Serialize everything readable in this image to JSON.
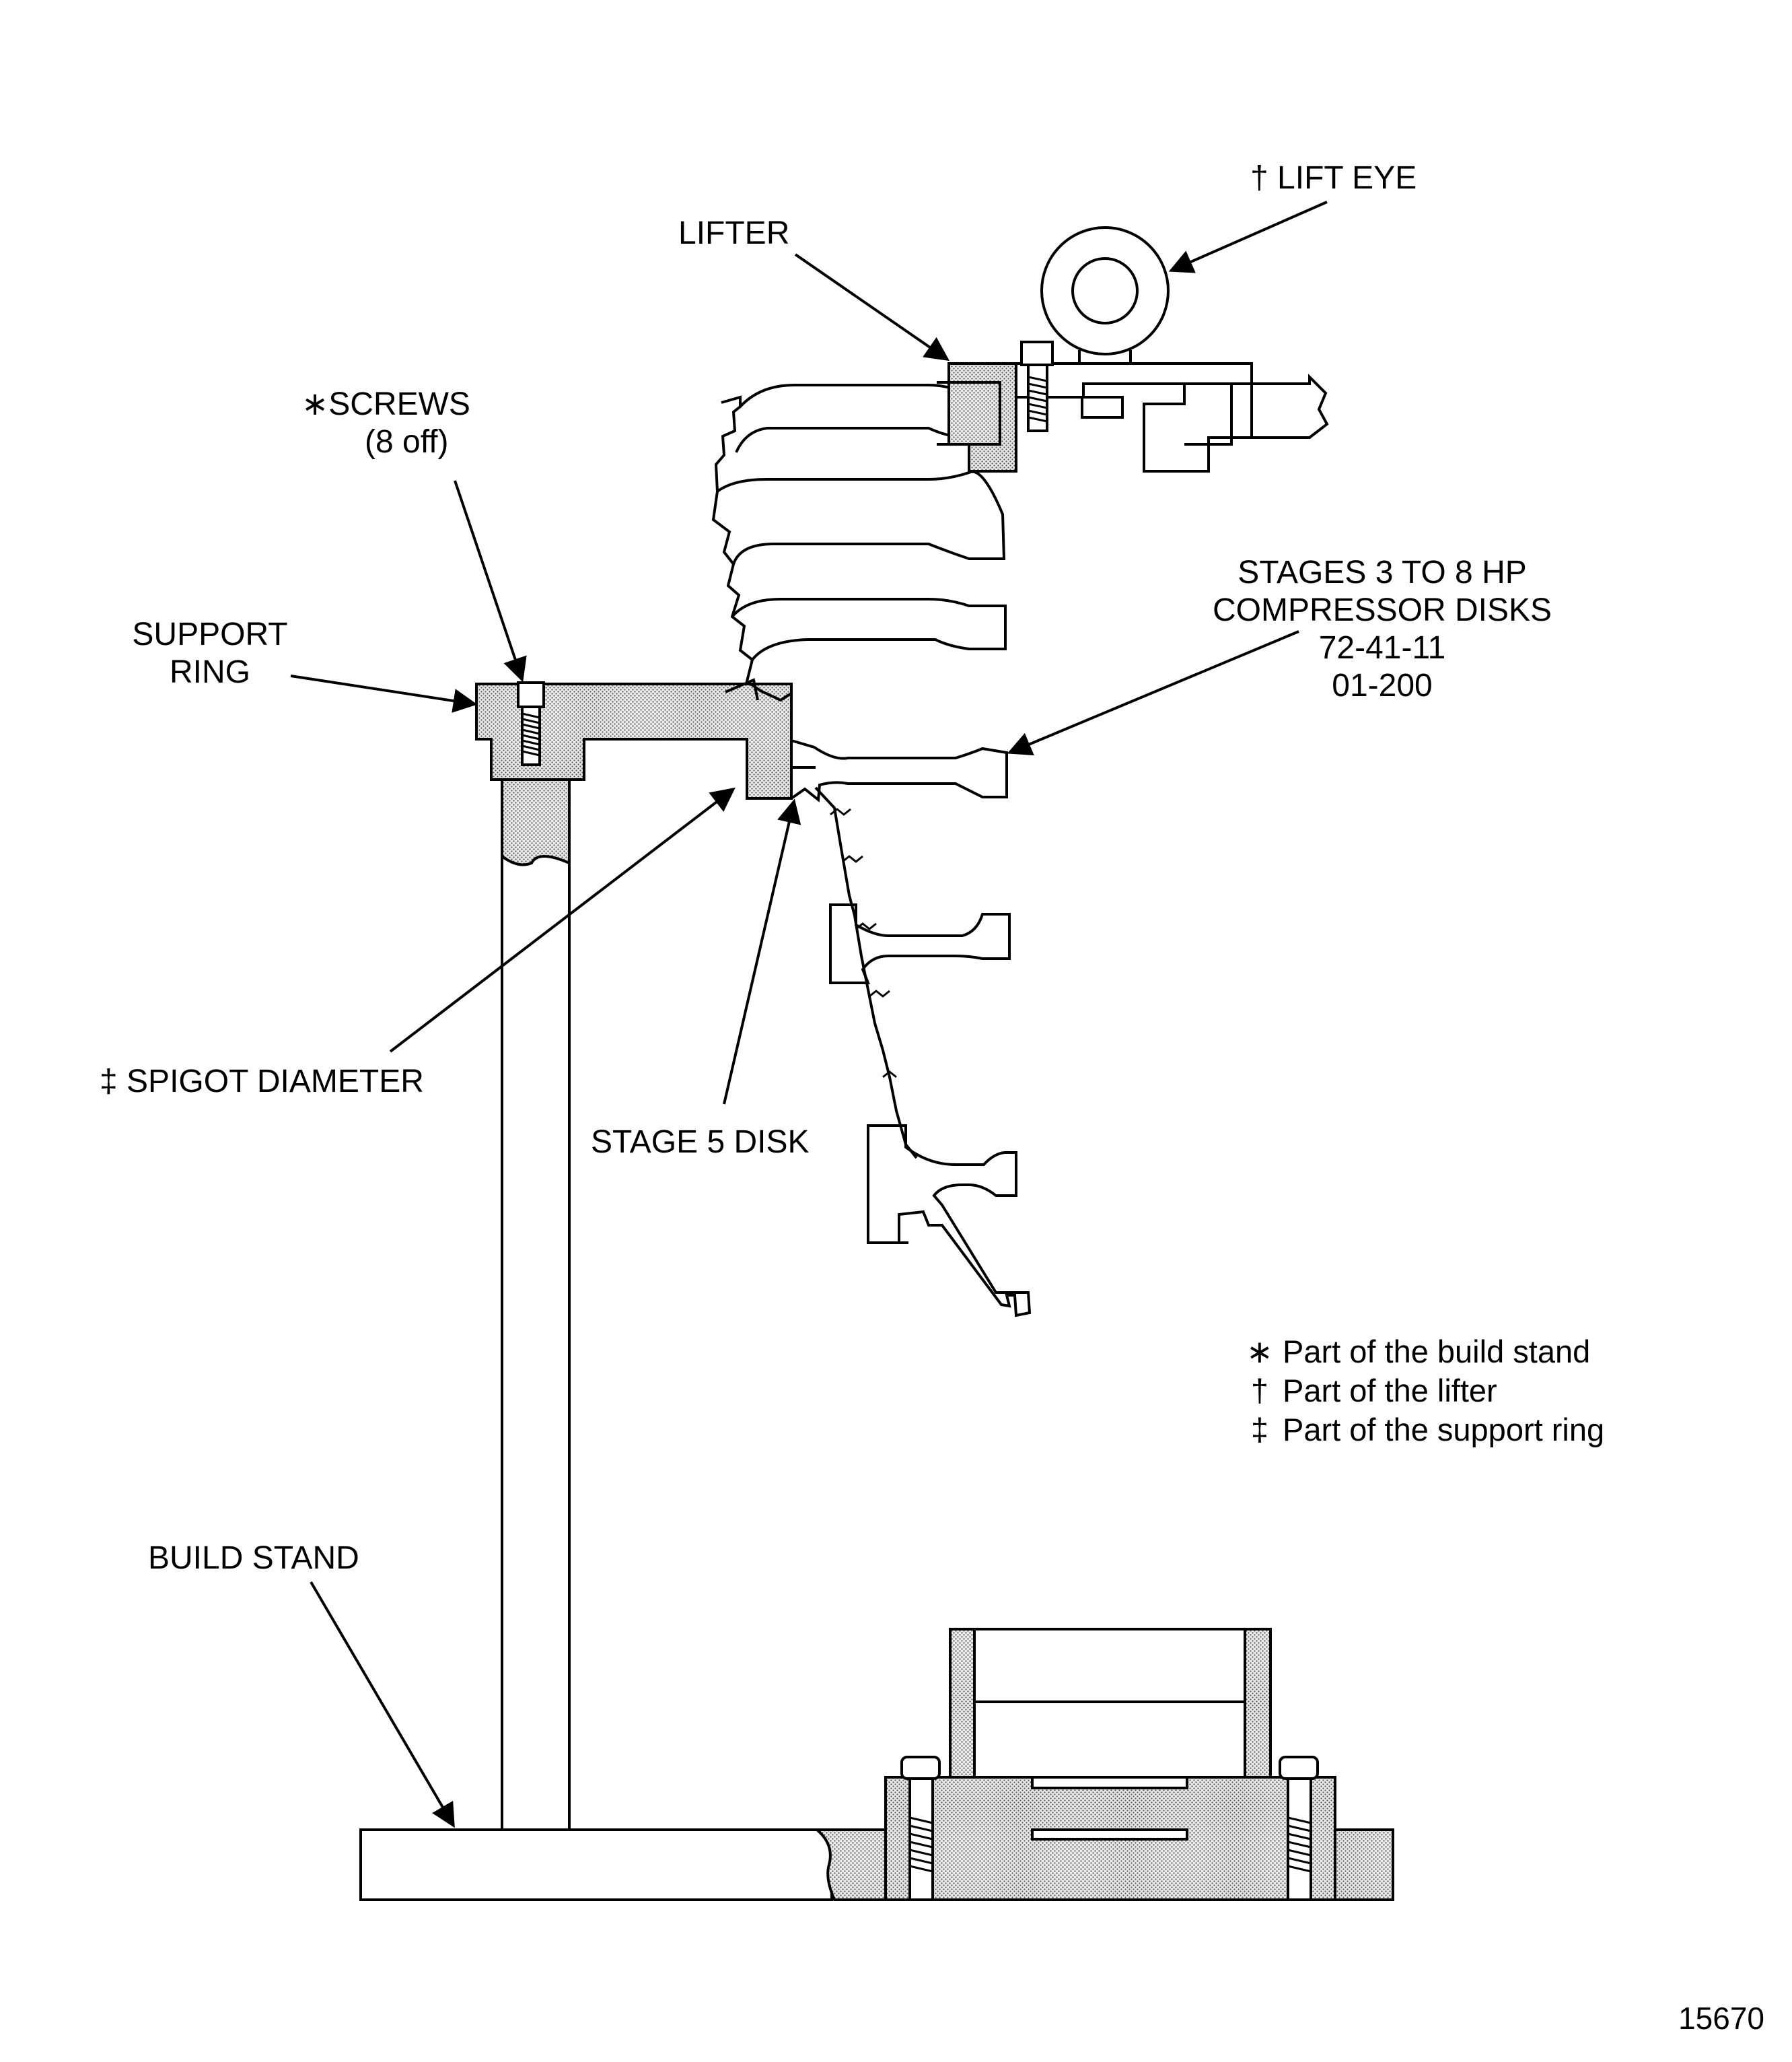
{
  "labels": {
    "lift_eye": "† LIFT EYE",
    "lifter": "LIFTER",
    "screws_line1": "∗SCREWS",
    "screws_line2": "(8 off)",
    "support_ring_line1": "SUPPORT",
    "support_ring_line2": "RING",
    "stages_line1": "STAGES 3 TO 8 HP",
    "stages_line2": "COMPRESSOR DISKS",
    "stages_line3": "72-41-11",
    "stages_line4": "01-200",
    "spigot_diameter": "‡ SPIGOT DIAMETER",
    "stage5_disk": "STAGE 5 DISK",
    "build_stand": "BUILD STAND"
  },
  "legend": [
    {
      "symbol": "∗",
      "text": "Part of the build stand"
    },
    {
      "symbol": "†",
      "text": "Part of the lifter"
    },
    {
      "symbol": "‡",
      "text": "Part of the support ring"
    }
  ],
  "figure_number": "15670"
}
